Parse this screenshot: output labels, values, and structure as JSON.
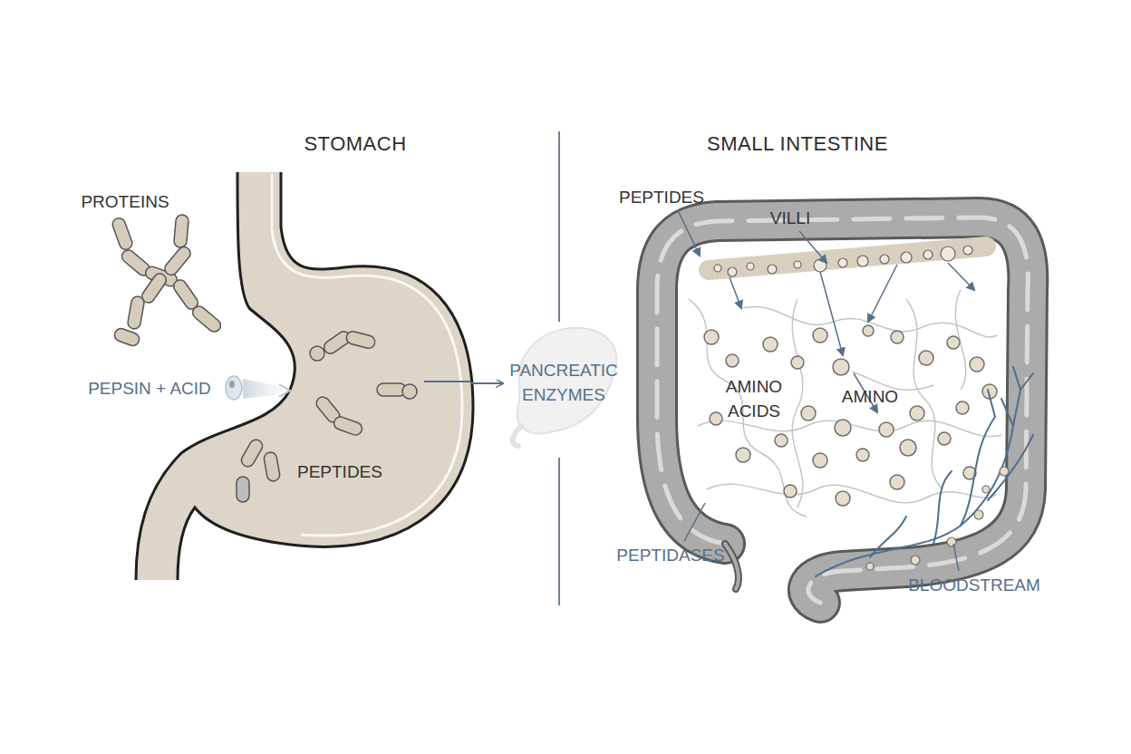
{
  "diagram": {
    "nodes": [
      {
        "text": [
          "STOMACH",
          "PEPTIDES"
        ]
      },
      {
        "text": [
          "PANCREATIC ENZYMES"
        ]
      },
      {
        "text": [
          "SMALL INTESTINE",
          "AMINO ACIDS",
          "AMINO"
        ]
      }
    ],
    "edges": [
      {
        "from": 0,
        "to": 1,
        "arrow": "to"
      }
    ],
    "labels": [
      "PROTEINS",
      "PEPSIN + ACID",
      "PEPTIDES",
      "VILLI",
      "PEPTIDASES",
      "BLOODSTREAM"
    ]
  }
}
